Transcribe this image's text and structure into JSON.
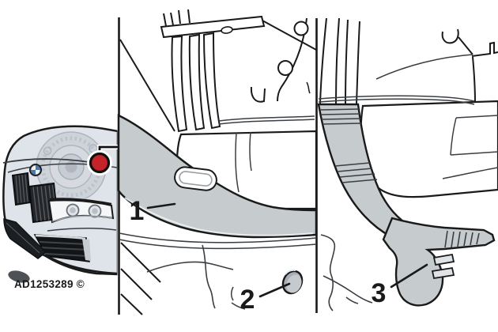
{
  "figure": {
    "watermark": "AD1253289 ©",
    "labels": {
      "part1": "1",
      "part2": "2",
      "part3": "3"
    }
  },
  "colors": {
    "accent_red": "#c4232a",
    "line": "#1a1a1a",
    "part_gray": "#c6cbce",
    "car_body": "#dfe4ea"
  }
}
